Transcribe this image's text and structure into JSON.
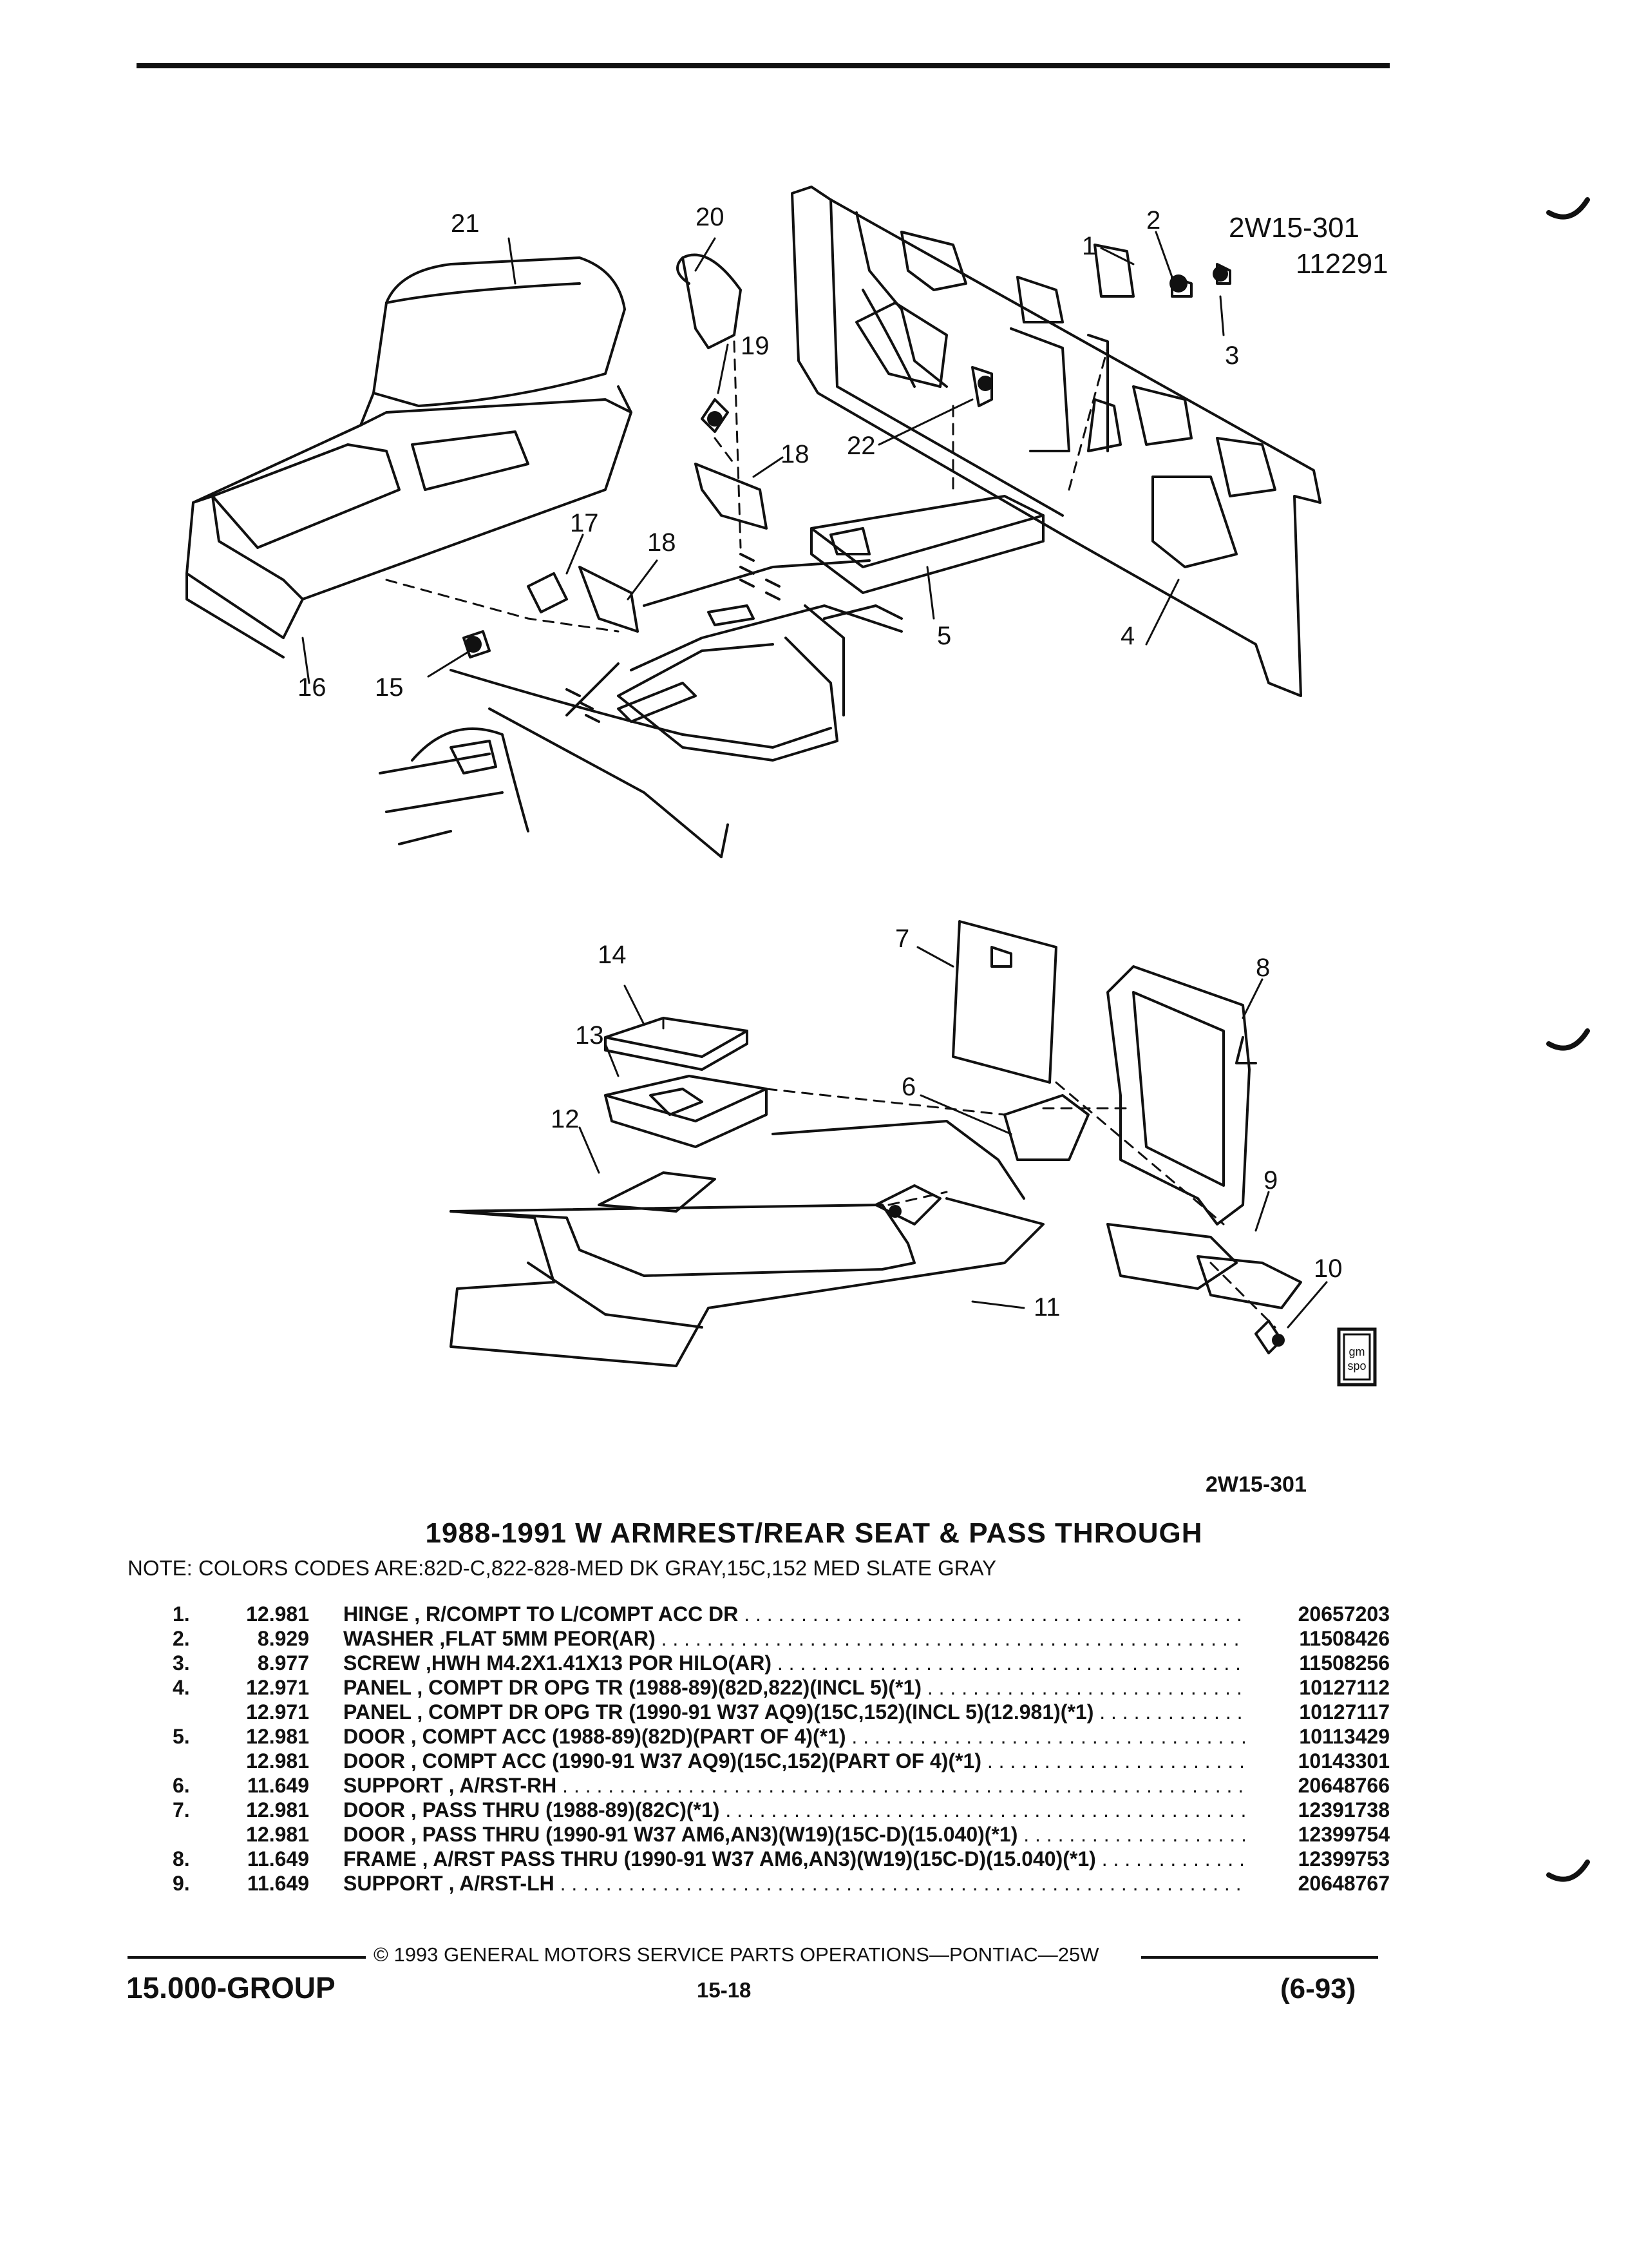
{
  "diagram": {
    "code": "2W15-301",
    "date_code": "112291",
    "figure_code": "2W15-301",
    "callouts": {
      "c1": "1",
      "c2": "2",
      "c3": "3",
      "c4": "4",
      "c5": "5",
      "c6": "6",
      "c7": "7",
      "c8": "8",
      "c9": "9",
      "c10": "10",
      "c11": "11",
      "c12": "12",
      "c13": "13",
      "c14": "14",
      "c15": "15",
      "c16": "16",
      "c17": "17",
      "c18a": "18",
      "c18b": "18",
      "c19": "19",
      "c20": "20",
      "c21": "21",
      "c22": "22"
    }
  },
  "title": "1988-1991 W ARMREST/REAR SEAT & PASS THROUGH",
  "note": "NOTE:  COLORS CODES ARE:82D-C,822-828-MED DK GRAY,15C,152 MED SLATE GRAY",
  "parts": [
    {
      "num": "1.",
      "grp": "12.981",
      "desc": "HINGE , R/COMPT TO L/COMPT ACC DR",
      "pn": "20657203"
    },
    {
      "num": "2.",
      "grp": "8.929",
      "desc": "WASHER ,FLAT 5MM PEOR(AR)",
      "pn": "11508426"
    },
    {
      "num": "3.",
      "grp": "8.977",
      "desc": "SCREW ,HWH M4.2X1.41X13 POR HILO(AR)",
      "pn": "11508256"
    },
    {
      "num": "4.",
      "grp": "12.971",
      "desc": "PANEL , COMPT DR OPG TR (1988-89)(82D,822)(INCL 5)(*1)",
      "pn": "10127112"
    },
    {
      "num": "",
      "grp": "12.971",
      "desc": "PANEL , COMPT DR OPG TR (1990-91 W37 AQ9)(15C,152)(INCL 5)(12.981)(*1)",
      "pn": "10127117"
    },
    {
      "num": "5.",
      "grp": "12.981",
      "desc": "DOOR , COMPT ACC (1988-89)(82D)(PART OF 4)(*1)",
      "pn": "10113429"
    },
    {
      "num": "",
      "grp": "12.981",
      "desc": "DOOR , COMPT ACC (1990-91 W37 AQ9)(15C,152)(PART OF 4)(*1)",
      "pn": "10143301"
    },
    {
      "num": "6.",
      "grp": "11.649",
      "desc": "SUPPORT , A/RST-RH",
      "pn": "20648766"
    },
    {
      "num": "7.",
      "grp": "12.981",
      "desc": "DOOR , PASS THRU (1988-89)(82C)(*1)",
      "pn": "12391738"
    },
    {
      "num": "",
      "grp": "12.981",
      "desc": "DOOR , PASS THRU (1990-91 W37 AM6,AN3)(W19)(15C-D)(15.040)(*1)",
      "pn": "12399754"
    },
    {
      "num": "8.",
      "grp": "11.649",
      "desc": "FRAME , A/RST PASS THRU (1990-91 W37 AM6,AN3)(W19)(15C-D)(15.040)(*1)",
      "pn": "12399753"
    },
    {
      "num": "9.",
      "grp": "11.649",
      "desc": "SUPPORT , A/RST-LH",
      "pn": "20648767"
    }
  ],
  "footer": {
    "copyright": "©  1993  GENERAL MOTORS SERVICE PARTS OPERATIONS—PONTIAC—25W",
    "group": "15.000-GROUP",
    "page": "15-18",
    "date": "(6-93)"
  },
  "logo": {
    "text_line1": "gm",
    "text_line2": "spo"
  }
}
